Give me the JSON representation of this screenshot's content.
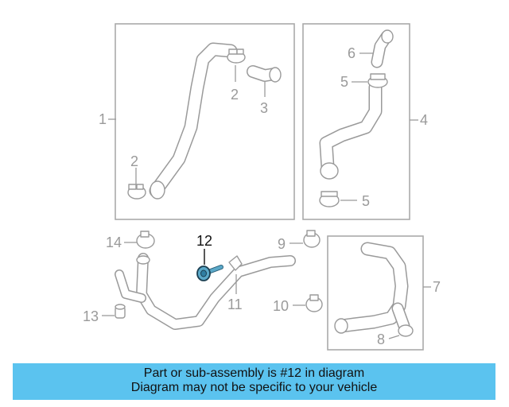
{
  "diagram": {
    "callouts": {
      "c1": "1",
      "c2a": "2",
      "c2b": "2",
      "c3": "3",
      "c4": "4",
      "c5a": "5",
      "c5b": "5",
      "c6": "6",
      "c7": "7",
      "c8": "8",
      "c9": "9",
      "c10": "10",
      "c11": "11",
      "c12": "12",
      "c13": "13",
      "c14": "14"
    },
    "highlight_color": "#5aa8c8"
  },
  "banner": {
    "line1": "Part or sub-assembly is #12 in diagram",
    "line2": "Diagram may not be specific to your vehicle",
    "background": "#5bc3ef"
  }
}
